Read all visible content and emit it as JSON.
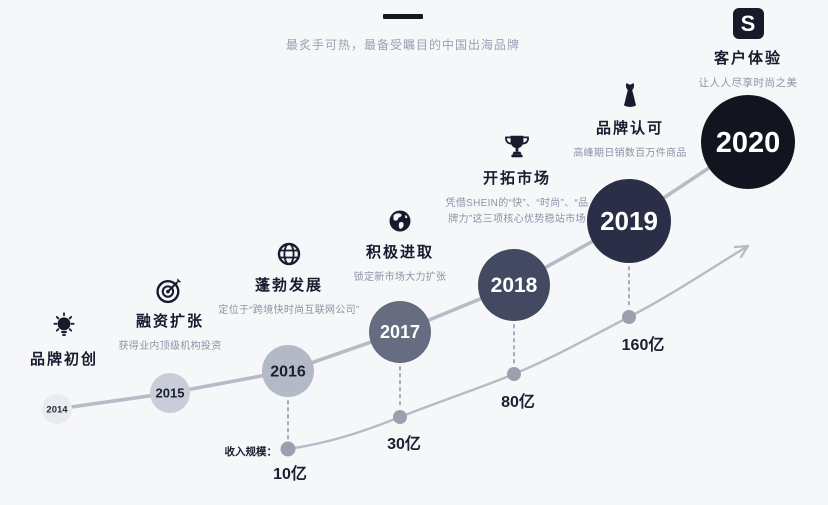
{
  "header": {
    "subtitle": "最炙手可热，最备受瞩目的中国出海品牌",
    "brand": {
      "logo_letter": "S",
      "title": "客户体验",
      "subtitle": "让人人尽享时尚之美"
    }
  },
  "timeline": {
    "milestones": [
      {
        "year": "2014",
        "title": "品牌初创",
        "desc": "",
        "icon": "lightbulb-icon"
      },
      {
        "year": "2015",
        "title": "融资扩张",
        "desc": "获得业内顶级机构投资",
        "icon": "target-icon"
      },
      {
        "year": "2016",
        "title": "蓬勃发展",
        "desc": "定位于“跨境快时尚互联网公司”",
        "icon": "globe-network-icon"
      },
      {
        "year": "2017",
        "title": "积极进取",
        "desc": "锁定新市场大力扩张",
        "icon": "globe-icon"
      },
      {
        "year": "2018",
        "title": "开拓市场",
        "desc": "凭借SHEIN的“快”、“时尚”、“品牌力”这三项核心优势稳站市场",
        "icon": "trophy-icon"
      },
      {
        "year": "2019",
        "title": "品牌认可",
        "desc": "高峰期日销数百万件商品",
        "icon": "dress-icon"
      },
      {
        "year": "2020",
        "title": "客户体验",
        "desc": "让人人尽享时尚之美",
        "icon": "shein-logo"
      }
    ]
  },
  "revenue": {
    "label": "收入规模：",
    "points": [
      {
        "year": "2016",
        "value": "10亿"
      },
      {
        "year": "2017",
        "value": "30亿"
      },
      {
        "year": "2018",
        "value": "80亿"
      },
      {
        "year": "2019",
        "value": "160亿"
      }
    ]
  },
  "chart_data": {
    "type": "line",
    "title": "收入规模增长曲线",
    "x": [
      "2016",
      "2017",
      "2018",
      "2019"
    ],
    "values": [
      10,
      30,
      80,
      160
    ],
    "unit": "亿",
    "annotations": [
      "10亿",
      "30亿",
      "80亿",
      "160亿"
    ],
    "legend_position": "none",
    "grid": false
  },
  "colors": {
    "background": "#f6f7f9",
    "dark_navy": "#171b2d",
    "gray_text": "#8b93a6",
    "line_gray": "#b7bbc7",
    "dot_gray": "#9aa0ae",
    "circles": [
      "#e9ebf1",
      "#c9cdd9",
      "#b4b9c7",
      "#666d80",
      "#434960",
      "#2a2f47",
      "#12151f"
    ]
  }
}
